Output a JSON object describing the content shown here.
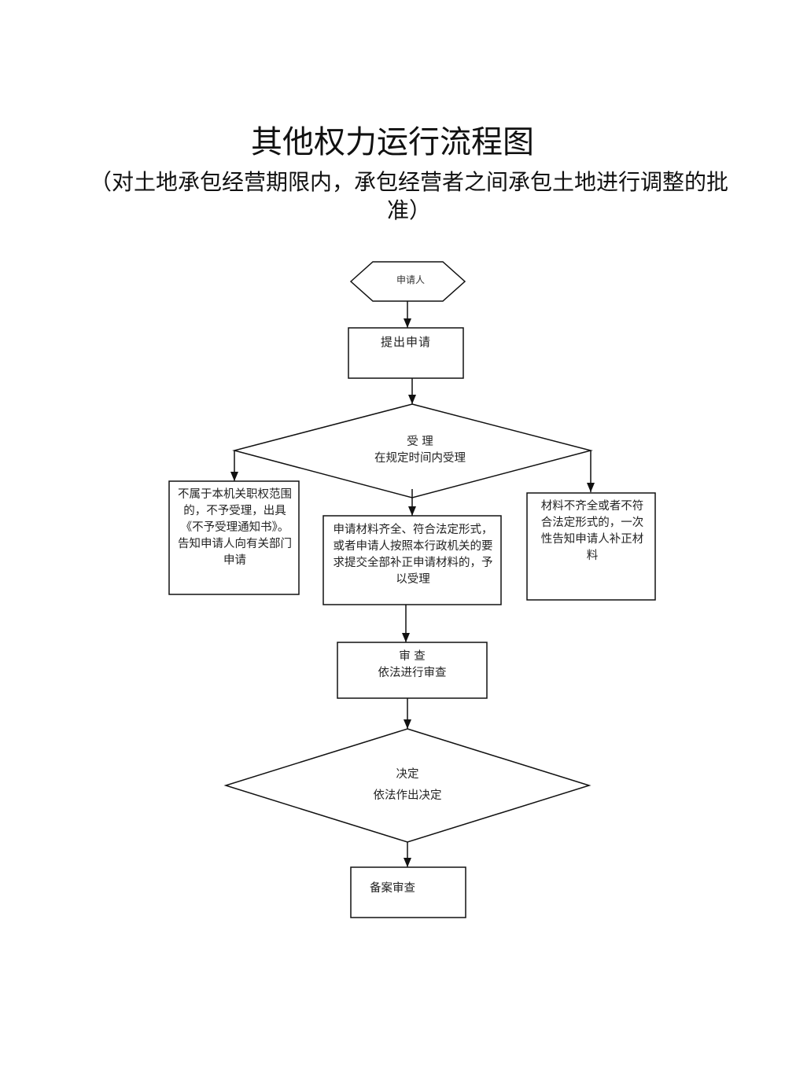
{
  "title": "其他权力运行流程图",
  "subtitle": "（对土地承包经营期限内，承包经营者之间承包土地进行调整的批准）",
  "nodes": {
    "applicant": "申请人",
    "submit": "提出申请",
    "accept": {
      "line1": "受 理",
      "line2": "在规定时间内受理"
    },
    "reject": "不属于本机关职权范围的，不予受理，出具《不予受理通知书》。告知申请人向有关部门申请",
    "accepted": "申请材料齐全、符合法定形式，或者申请人按照本行政机关的要求提交全部补正申请材料的，予以受理",
    "supplement": "材料不齐全或者不符合法定形式的，一次性告知申请人补正材料",
    "review": {
      "line1": "审 查",
      "line2": "依法进行审查"
    },
    "decision": {
      "line1": "决定",
      "line2": "依法作出决定"
    },
    "filing": "备案审查"
  }
}
